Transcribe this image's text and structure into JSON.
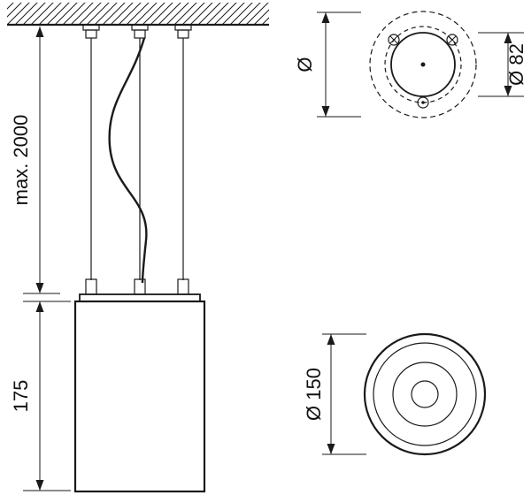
{
  "colors": {
    "line": "#1a1a1a",
    "background": "#ffffff"
  },
  "side_view": {
    "suspension_length_label": "max. 2000",
    "body_height_label": "175"
  },
  "top_view": {
    "pitch_circle_label": "Ø",
    "canopy_diameter_label": "Ø 82"
  },
  "bottom_view": {
    "body_diameter_label": "Ø 150"
  }
}
